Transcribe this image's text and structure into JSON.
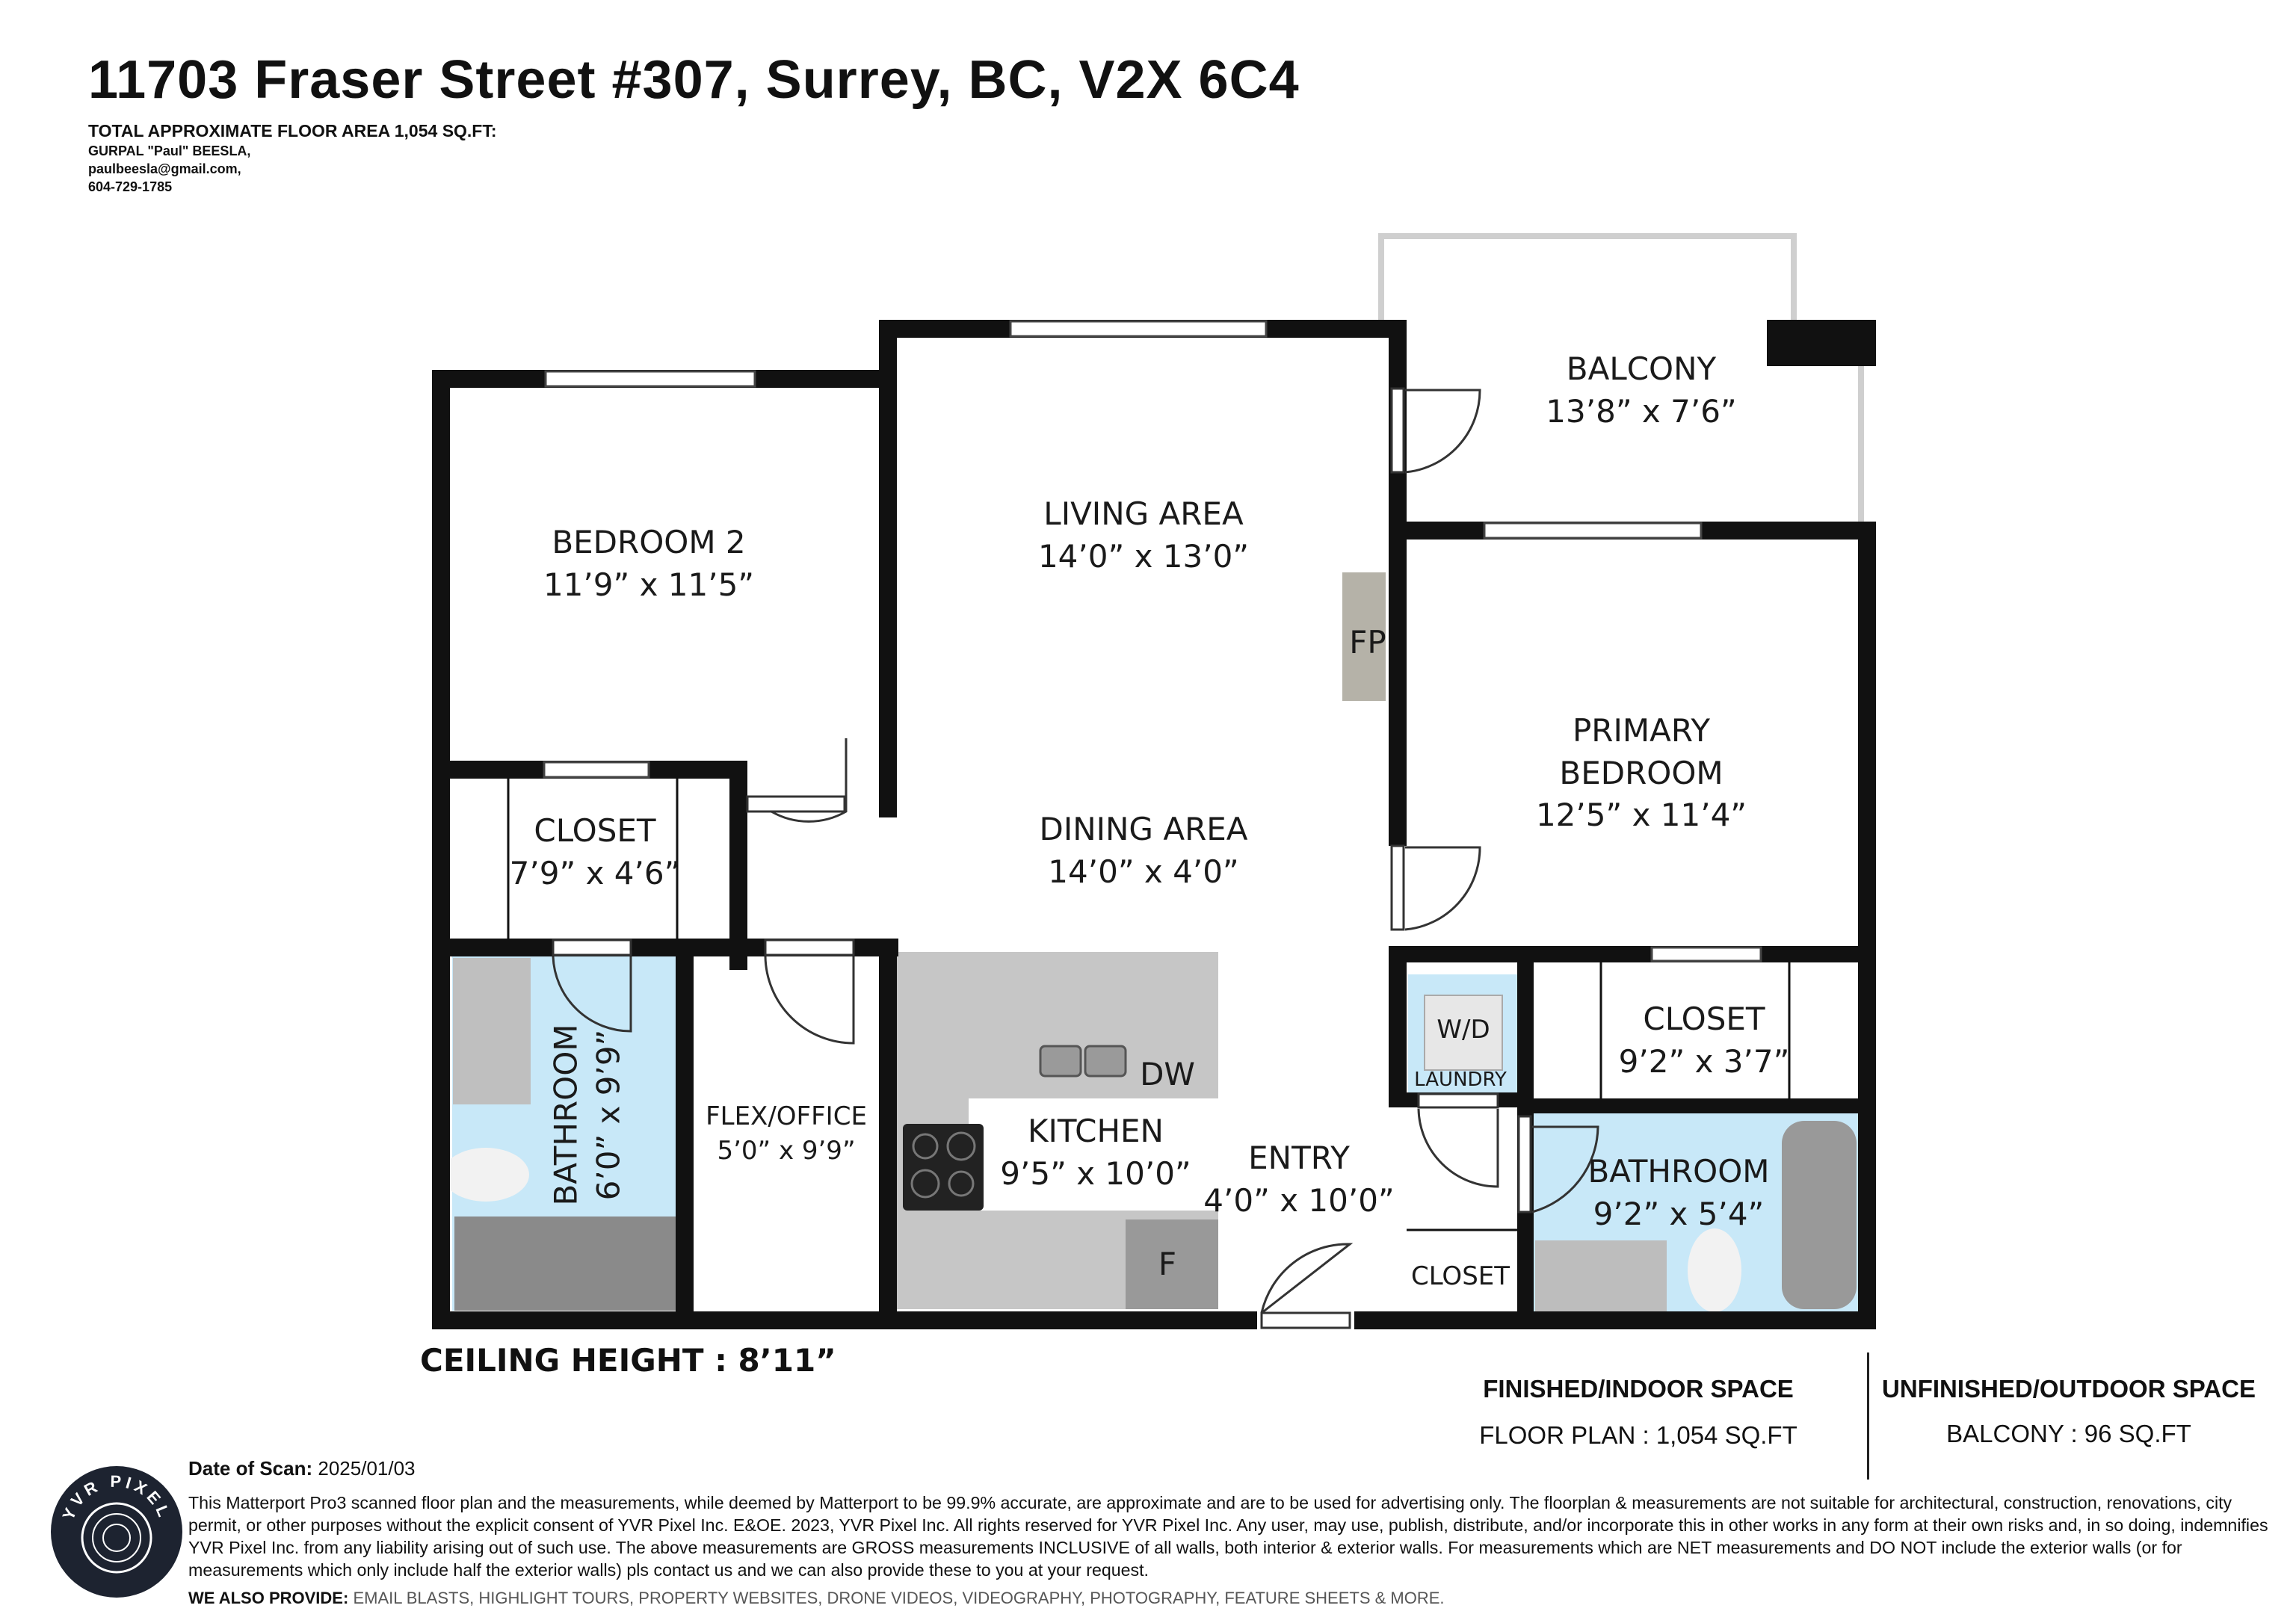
{
  "header": {
    "title": "11703 Fraser Street #307, Surrey, BC, V2X 6C4",
    "floor_area_line": "TOTAL APPROXIMATE FLOOR AREA 1,054 SQ.FT:",
    "agent_name": "GURPAL \"Paul\" BEESLA,",
    "agent_email": "paulbeesla@gmail.com,",
    "agent_phone": "604-729-1785"
  },
  "rooms": {
    "balcony": {
      "name": "BALCONY",
      "dims": "13’8” x 7’6”"
    },
    "living": {
      "name": "LIVING AREA",
      "dims": "14’0” x 13’0”"
    },
    "fireplace": {
      "name": "FP"
    },
    "bedroom2": {
      "name": "BEDROOM 2",
      "dims": "11’9” x 11’5”"
    },
    "primary": {
      "name1": "PRIMARY",
      "name2": "BEDROOM",
      "dims": "12’5” x 11’4”"
    },
    "closet1": {
      "name": "CLOSET",
      "dims": "7’9” x 4’6”"
    },
    "dining": {
      "name": "DINING AREA",
      "dims": "14’0” x 4’0”"
    },
    "bath1": {
      "name": "BATHROOM",
      "dims": "6’0” x 9’9”"
    },
    "flex": {
      "name": "FLEX/OFFICE",
      "dims": "5’0” x 9’9”"
    },
    "dishwasher": {
      "name": "DW"
    },
    "kitchen": {
      "name": "KITCHEN",
      "dims": "9’5” x 10’0”"
    },
    "fridge": {
      "name": "F"
    },
    "entry": {
      "name": "ENTRY",
      "dims": "4’0” x 10’0”"
    },
    "wd": {
      "name": "W/D"
    },
    "laundry": {
      "name": "LAUNDRY"
    },
    "closet2": {
      "name": "CLOSET",
      "dims": "9’2” x 3’7”"
    },
    "bath2": {
      "name": "BATHROOM",
      "dims": "9’2” x 5’4”"
    },
    "closet3": {
      "name": "CLOSET"
    }
  },
  "ceiling": "CEILING HEIGHT : 8’11”",
  "areas": {
    "finished_head": "FINISHED/INDOOR SPACE",
    "finished_val": "FLOOR PLAN   :  1,054 SQ.FT",
    "unfinished_head": "UNFINISHED/OUTDOOR SPACE",
    "unfinished_val": "BALCONY   :   96 SQ.FT"
  },
  "footer": {
    "scan_label": "Date of Scan:",
    "scan_date": "2025/01/03",
    "disclaimer": "This Matterport Pro3 scanned floor plan and the measurements, while deemed by Matterport to be 99.9% accurate, are approximate and are to be used for advertising only. The floorplan & measurements are not suitable for architectural, construction, renovations, city permit, or other purposes without the explicit consent of YVR Pixel Inc. E&OE. 2023, YVR Pixel Inc. All rights reserved for YVR Pixel Inc. Any user, may use, publish, distribute, and/or incorporate this in other works in any form at their own risks and, in so doing, indemnifies YVR Pixel Inc. from any liability arising out of such use. The above measurements are GROSS measurements INCLUSIVE of all walls, both interior & exterior walls. For measurements which are NET measurements and DO NOT include the exterior walls (or for measurements which only include half the exterior walls) pls contact us and we can also provide these to you at your request.",
    "provide_label": "WE ALSO PROVIDE:",
    "provide_text": "EMAIL BLASTS, HIGHLIGHT TOURS, PROPERTY WEBSITES, DRONE VIDEOS, VIDEOGRAPHY, PHOTOGRAPHY, FEATURE SHEETS & MORE.",
    "logo_text": "YVR PIXEL"
  },
  "colors": {
    "wall": "#111111",
    "bath": "#c8e8f8",
    "counter": "#c6c6c6",
    "fireplace": "#b5b2a8"
  }
}
